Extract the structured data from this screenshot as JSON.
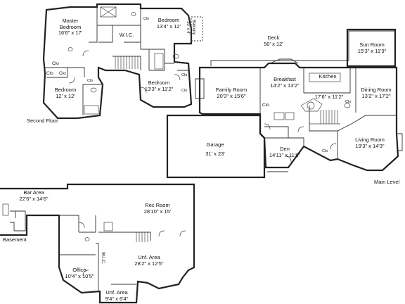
{
  "floors": {
    "second": "Second Floor",
    "main": "Main Level",
    "basement": "Basement"
  },
  "rooms": {
    "master_bedroom": {
      "name": "Master\nBedroom",
      "size": "16'6\" x 17'"
    },
    "wic_upper": {
      "name": "W.I.C."
    },
    "bedroom_ne": {
      "name": "Bedroom",
      "size": "13'4\" x 12'"
    },
    "balcony": {
      "name": "Balcony",
      "size": "10' x 4'"
    },
    "bedroom_sw": {
      "name": "Bedroom",
      "size": "12' x 12'"
    },
    "bedroom_se": {
      "name": "Bedroom",
      "size": "13'3\" x 11'2\""
    },
    "deck": {
      "name": "Deck",
      "size": "50' x 12'"
    },
    "sun_room": {
      "name": "Sun Room",
      "size": "15'3\" x 11'9\""
    },
    "family_room": {
      "name": "Family Room",
      "size": "20'3\" x 15'6\""
    },
    "breakfast": {
      "name": "Breakfast",
      "size": "14'2\" x 13'2\""
    },
    "kitchen": {
      "name": "Kitchen",
      "size": "17'6\" x 11'2\""
    },
    "dining_room": {
      "name": "Dining Room",
      "size": "13'2\" x 17'2\""
    },
    "garage": {
      "name": "Garage",
      "size": "31' x 23'"
    },
    "den": {
      "name": "Den",
      "size": "14'11\" x 11'8\""
    },
    "living_room": {
      "name": "Living Room",
      "size": "19'3\" x 14'3\""
    },
    "bar_area": {
      "name": "Bar Area",
      "size": "22'6\" x 14'6\""
    },
    "rec_room": {
      "name": "Rec Room",
      "size": "28'10\" x 15'"
    },
    "unf_area_big": {
      "name": "Unf. Area",
      "size": "28'2\" x 12'5\""
    },
    "office": {
      "name": "Office",
      "size": "10'4\" x 10'5\""
    },
    "wic_lower": {
      "name": "W.I.C."
    },
    "unf_area_small": {
      "name": "Unf. Area",
      "size": "9'4\" x 6'4\""
    }
  },
  "closet_label": "Clo"
}
